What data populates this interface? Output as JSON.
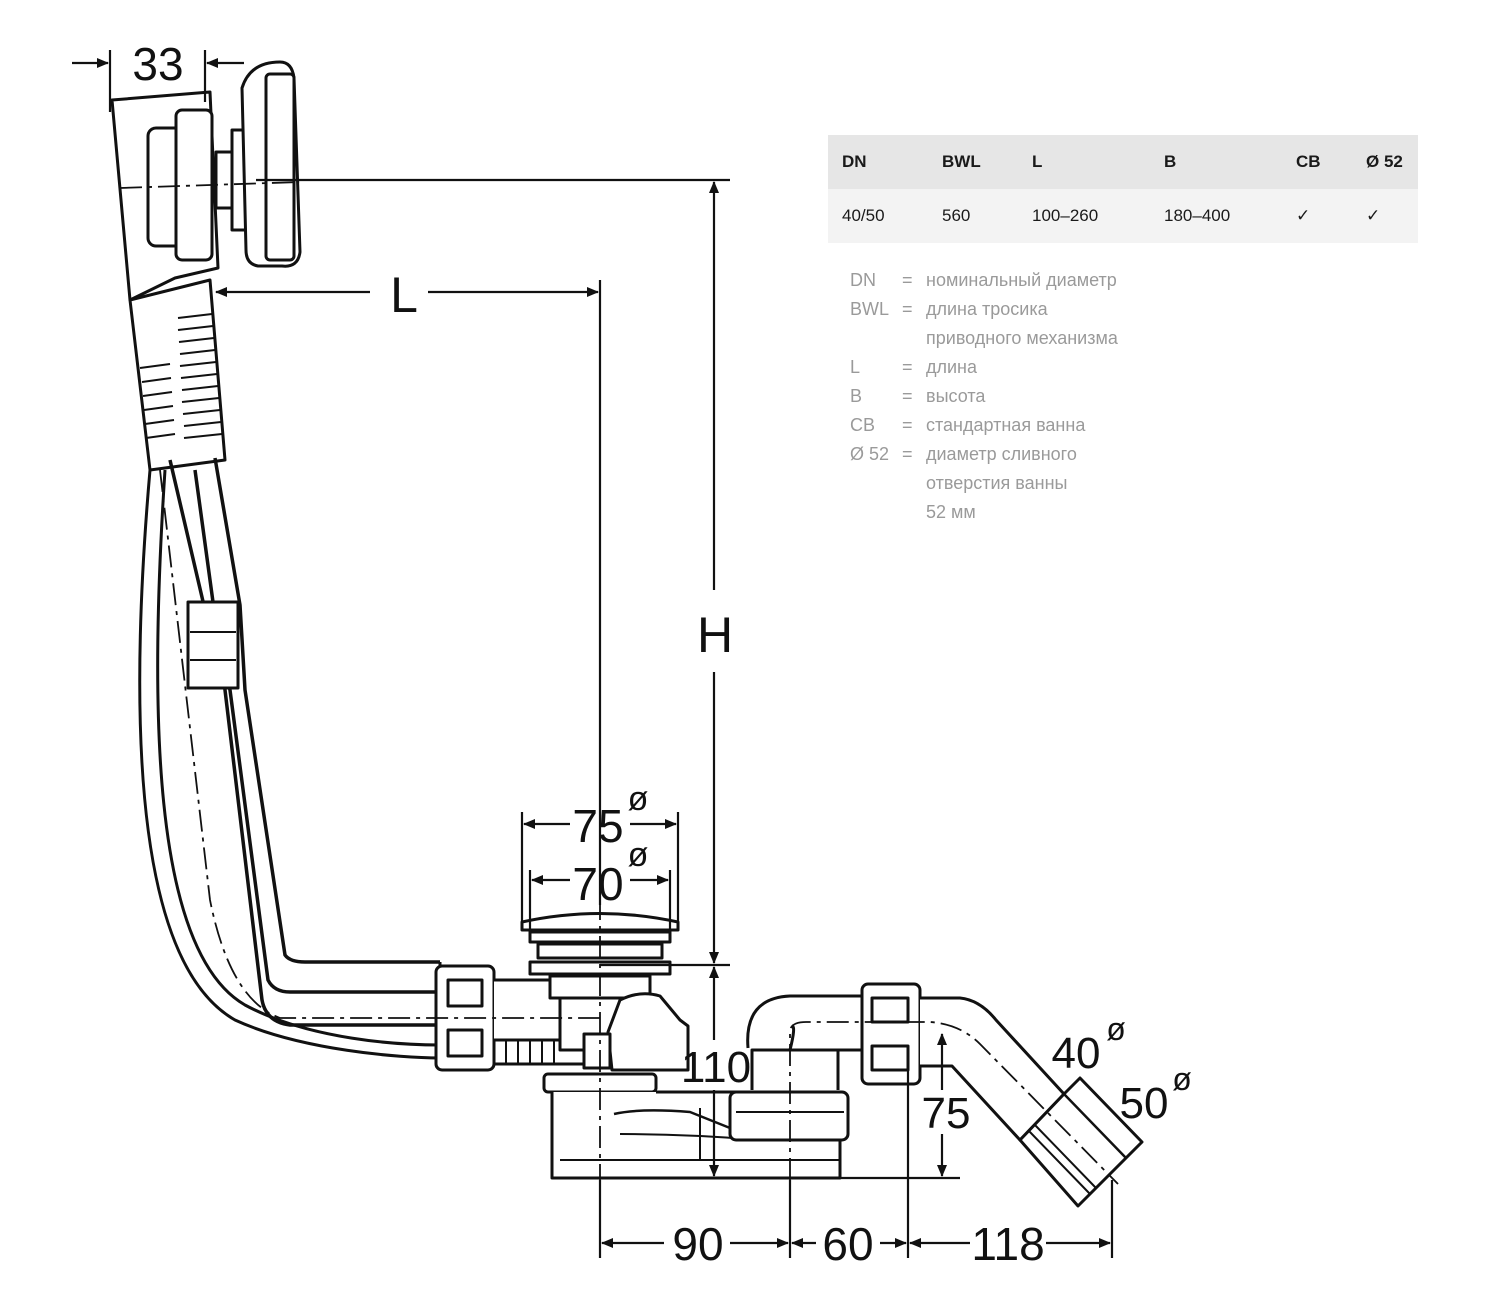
{
  "dimensions": {
    "d33": "33",
    "L": "L",
    "H": "H",
    "d75": "75",
    "d70": "70",
    "d110": "110",
    "d75b": "75",
    "d40": "40",
    "d50": "50",
    "d90": "90",
    "d60": "60",
    "d118": "118",
    "diam": "ø"
  },
  "table": {
    "headers": [
      "DN",
      "BWL",
      "L",
      "B",
      "CB",
      "Ø 52"
    ],
    "row": [
      "40/50",
      "560",
      "100–260",
      "180–400",
      "✓",
      "✓"
    ]
  },
  "legend": [
    {
      "abbr": "DN",
      "eq": "=",
      "desc": [
        "номинальный диаметр"
      ]
    },
    {
      "abbr": "BWL",
      "eq": "=",
      "desc": [
        "длина тросика",
        "приводного механизма"
      ]
    },
    {
      "abbr": "L",
      "eq": "=",
      "desc": [
        "длина"
      ]
    },
    {
      "abbr": "B",
      "eq": "=",
      "desc": [
        "высота"
      ]
    },
    {
      "abbr": "CB",
      "eq": "=",
      "desc": [
        "стандартная ванна"
      ]
    },
    {
      "abbr": "Ø 52",
      "eq": "=",
      "desc": [
        "диаметр сливного",
        "отверстия ванны",
        "52 мм"
      ]
    }
  ]
}
